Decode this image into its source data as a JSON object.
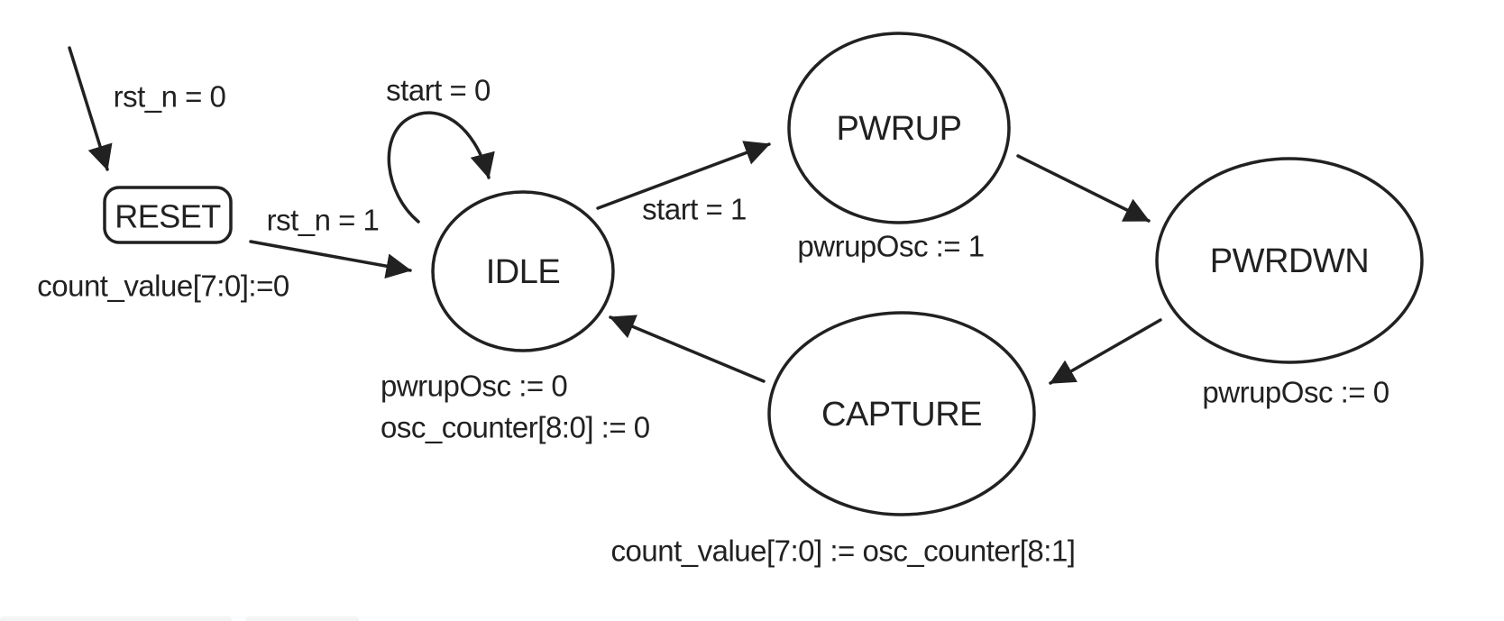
{
  "diagram_type": "state-machine",
  "colors": {
    "stroke": "#212121",
    "text": "#212121",
    "background": "#ffffff",
    "cutoff_bar": "#f4f4f4"
  },
  "states": [
    {
      "name": "RESET",
      "label": "RESET",
      "shape": "rounded-rect",
      "action": "count_value[7:0]:=0"
    },
    {
      "name": "IDLE",
      "label": "IDLE",
      "shape": "circle",
      "actions": [
        "pwrupOsc := 0",
        "osc_counter[8:0] := 0"
      ]
    },
    {
      "name": "PWRUP",
      "label": "PWRUP",
      "shape": "ellipse",
      "action": "pwrupOsc := 1"
    },
    {
      "name": "PWRDWN",
      "label": "PWRDWN",
      "shape": "ellipse",
      "action": "pwrupOsc := 0"
    },
    {
      "name": "CAPTURE",
      "label": "CAPTURE",
      "shape": "ellipse",
      "action": "count_value[7:0] := osc_counter[8:1]"
    }
  ],
  "transitions": [
    {
      "from": "entry",
      "to": "RESET",
      "label": "rst_n = 0"
    },
    {
      "from": "RESET",
      "to": "IDLE",
      "label": "rst_n = 1"
    },
    {
      "from": "IDLE",
      "to": "IDLE",
      "label": "start = 0"
    },
    {
      "from": "IDLE",
      "to": "PWRUP",
      "label": "start = 1"
    },
    {
      "from": "PWRUP",
      "to": "PWRDWN",
      "label": ""
    },
    {
      "from": "PWRDWN",
      "to": "CAPTURE",
      "label": ""
    },
    {
      "from": "CAPTURE",
      "to": "IDLE",
      "label": ""
    }
  ]
}
